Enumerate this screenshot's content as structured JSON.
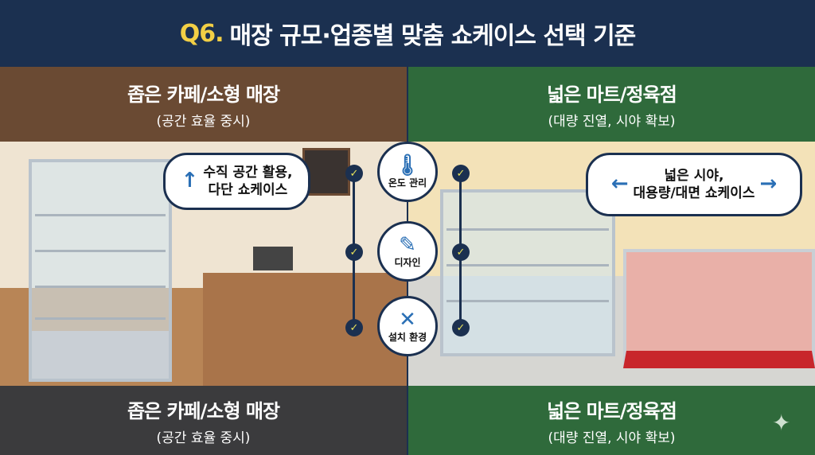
{
  "header": {
    "prefix": "Q6.",
    "title": "매장 규모·업종별 맞춤 쇼케이스 선택 기준"
  },
  "left": {
    "title": "좁은 카페/소형 매장",
    "subtitle": "(공간 효율 중시)",
    "bubble_line1": "수직 공간 활용,",
    "bubble_line2": "다단 쇼케이스"
  },
  "right": {
    "title": "넓은 마트/정육점",
    "subtitle": "(대량 진열, 시야 확보)",
    "bubble_line1": "넓은 시야,",
    "bubble_line2": "대용량/대면 쇼케이스"
  },
  "criteria": [
    {
      "label": "온도 관리",
      "icon": "thermometer-icon"
    },
    {
      "label": "디자인",
      "icon": "design-pencil-icon"
    },
    {
      "label": "설치 환경",
      "icon": "tools-icon"
    }
  ],
  "footer": {
    "left_title": "좁은 카페/소형 매장",
    "left_subtitle": "(공간 효율 중시)",
    "right_title": "넓은 마트/정육점",
    "right_subtitle": "(대량 진열, 시야 확보)"
  },
  "colors": {
    "navy": "#1b3050",
    "brown": "#6a4a33",
    "green": "#2f6a3b",
    "yellow": "#f2cf45"
  }
}
